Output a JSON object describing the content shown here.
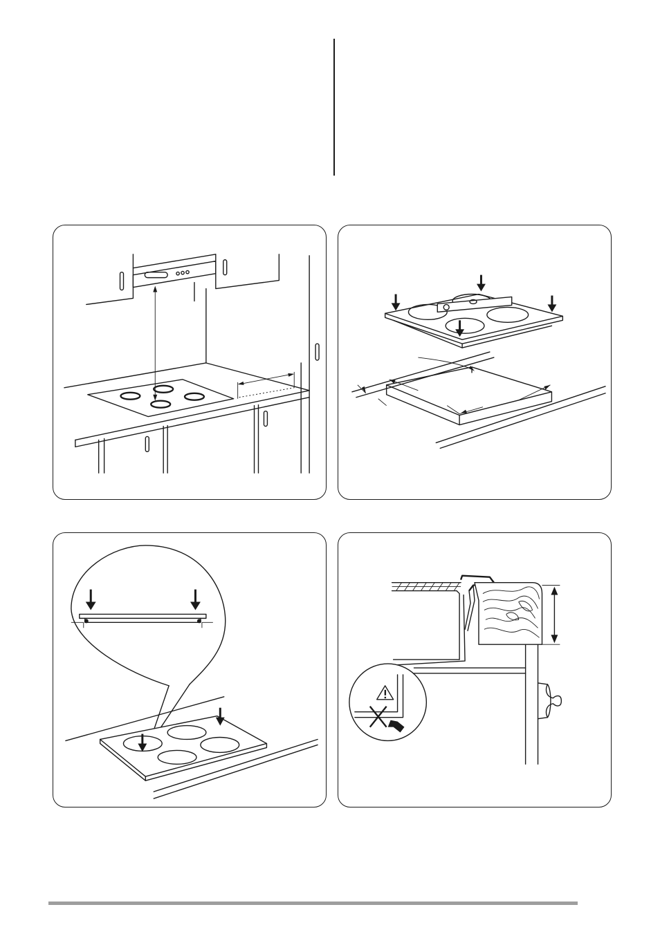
{
  "page": {
    "background": "#ffffff",
    "line_color": "#1a1a1a",
    "footer_rule_color": "#9e9e9e"
  },
  "figures": [
    {
      "id": "fig-hood-clearance",
      "icons": [
        "cooker-hood-icon",
        "hob-icon",
        "distance-arrow-icon",
        "side-clearance-icon"
      ]
    },
    {
      "id": "fig-hob-cutout",
      "icons": [
        "hob-icon",
        "spirit-level-icon",
        "press-down-arrow-icon",
        "cutout-dimension-icon"
      ]
    },
    {
      "id": "fig-seal-detail",
      "icons": [
        "magnifier-callout-icon",
        "press-down-arrow-icon",
        "seal-icon",
        "hob-icon"
      ]
    },
    {
      "id": "fig-worktop-section",
      "icons": [
        "worktop-section-icon",
        "wood-grain-icon",
        "thickness-arrow-icon",
        "warning-triangle-icon",
        "cross-icon",
        "knob-icon"
      ]
    }
  ]
}
